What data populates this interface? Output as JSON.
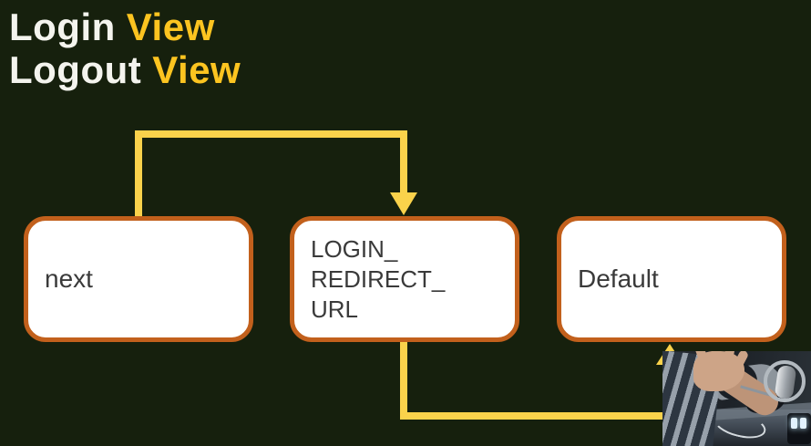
{
  "slide": {
    "background_color": "#16200d",
    "title": {
      "line1": {
        "main": "Login",
        "accent": "View"
      },
      "line2": {
        "main": "Logout",
        "accent": "View"
      },
      "main_color": "#f4f4ee",
      "accent_color": "#fcc420"
    }
  },
  "diagram": {
    "box_fill_color": "#ffffff",
    "box_border_color": "#c2601c",
    "box_text_color": "#3a3a3a",
    "arrow_color": "#fad24b",
    "boxes": [
      {
        "id": "next",
        "lines": [
          "next"
        ]
      },
      {
        "id": "login_redirect_url",
        "lines": [
          "LOGIN_",
          "REDIRECT_",
          "URL"
        ]
      },
      {
        "id": "default",
        "lines": [
          "Default"
        ]
      }
    ],
    "connections": [
      {
        "from": "next",
        "to": "login_redirect_url",
        "route": "up from top of next, right, down into top of LOGIN_REDIRECT_URL"
      },
      {
        "from": "login_redirect_url",
        "to": "default",
        "route": "down from bottom of LOGIN_REDIRECT_URL, right, up into bottom of Default"
      }
    ]
  },
  "webcam": {
    "position": "bottom-right",
    "contents": [
      "presenter-striped-shirt",
      "raised-hand",
      "condenser-microphone",
      "desk"
    ]
  }
}
